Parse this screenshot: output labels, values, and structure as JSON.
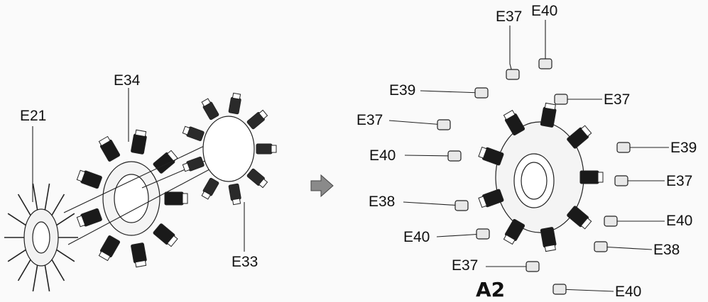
{
  "step_label": "A2",
  "left_assembly": {
    "labels": {
      "prop_ring": "E21",
      "crankcase": "E34",
      "cylinder_ring": "E33"
    }
  },
  "right_assembly": {
    "callouts": [
      "E37",
      "E40",
      "E39",
      "E37",
      "E37",
      "E40",
      "E39",
      "E37",
      "E38",
      "E40",
      "E40",
      "E38",
      "E37",
      "E40"
    ]
  },
  "colors": {
    "ink": "#111111",
    "paper": "#fafafa",
    "arrow": "#8a8a8a"
  },
  "icons": {
    "step_arrow": "right-arrow-icon"
  }
}
